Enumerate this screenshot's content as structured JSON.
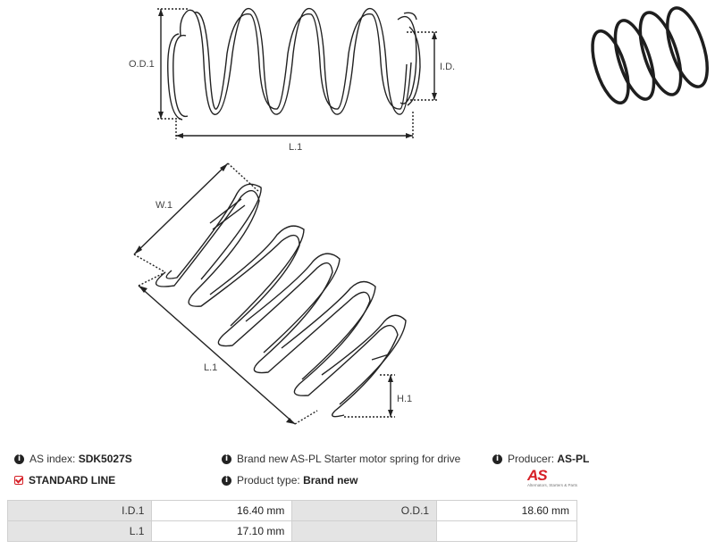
{
  "drawing": {
    "top_labels": {
      "od": "O.D.1",
      "id": "I.D.1",
      "length": "L.1"
    },
    "bottom_labels": {
      "width": "W.1",
      "length": "L.1",
      "height": "H.1"
    }
  },
  "info": {
    "as_index_label": "AS index:",
    "as_index_value": "SDK5027S",
    "description": "Brand new AS-PL Starter motor spring for drive",
    "producer_label": "Producer:",
    "producer_value": "AS-PL",
    "standard_line": "STANDARD LINE",
    "product_type_label": "Product type:",
    "product_type_value": "Brand new"
  },
  "logo": {
    "mark": "AS",
    "tagline": "Alternators, Starters & Parts"
  },
  "specs": [
    {
      "label": "I.D.1",
      "value": "16.40  mm",
      "label2": "O.D.1",
      "value2": "18.60  mm"
    },
    {
      "label": "L.1",
      "value": "17.10  mm",
      "label2": "",
      "value2": ""
    }
  ],
  "icons": {
    "info": "info-circle-icon",
    "check": "checkbox-checked-icon"
  },
  "colors": {
    "accent": "#d61f26",
    "label_bg": "#e4e4e4"
  }
}
